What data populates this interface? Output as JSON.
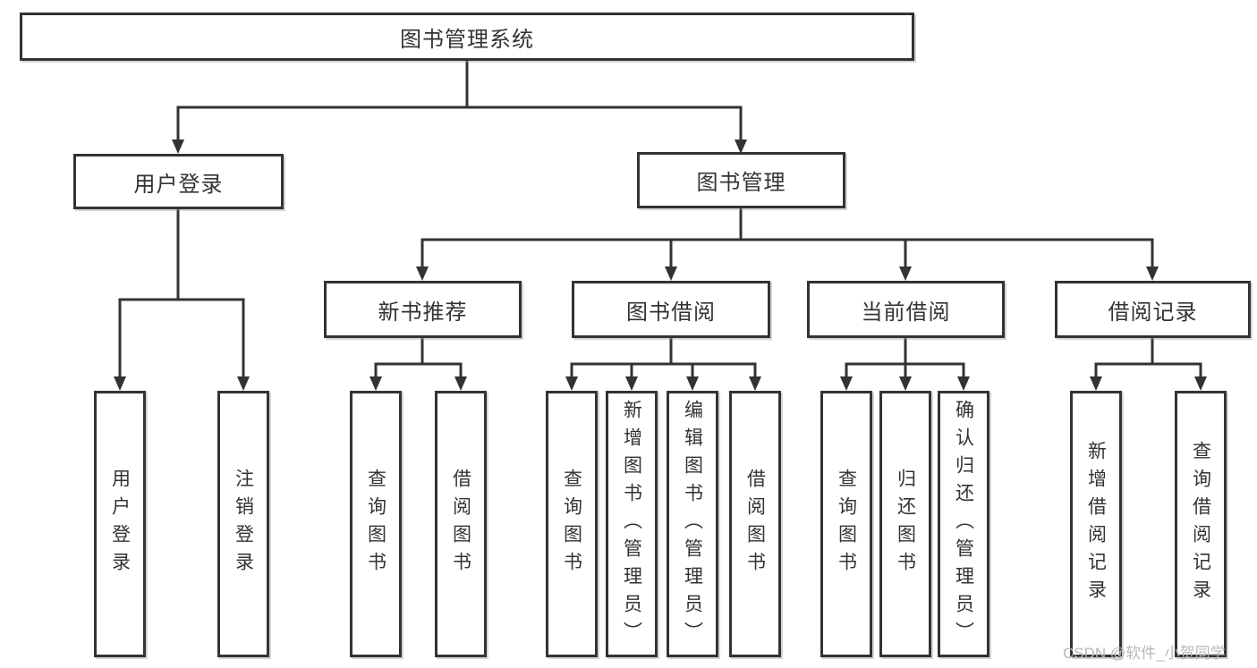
{
  "diagram": {
    "root": "图书管理系统",
    "user_login": {
      "label": "用户登录",
      "children": [
        "用户登录",
        "注销登录"
      ]
    },
    "book_management": {
      "label": "图书管理",
      "sections": [
        {
          "label": "新书推荐",
          "children": [
            "查询图书",
            "借阅图书"
          ]
        },
        {
          "label": "图书借阅",
          "children": [
            "查询图书",
            "新增图书（管理员）",
            "编辑图书（管理员）",
            "借阅图书"
          ]
        },
        {
          "label": "当前借阅",
          "children": [
            "查询图书",
            "归还图书",
            "确认归还（管理员）"
          ]
        },
        {
          "label": "借阅记录",
          "children": [
            "新增借阅记录",
            "查询借阅记录"
          ]
        }
      ]
    },
    "watermark": "CSDN @软件_小贺同学",
    "colors": {
      "line": "#333333",
      "text": "#333333",
      "watermark": "#b8b8b8",
      "background": "#ffffff"
    }
  }
}
